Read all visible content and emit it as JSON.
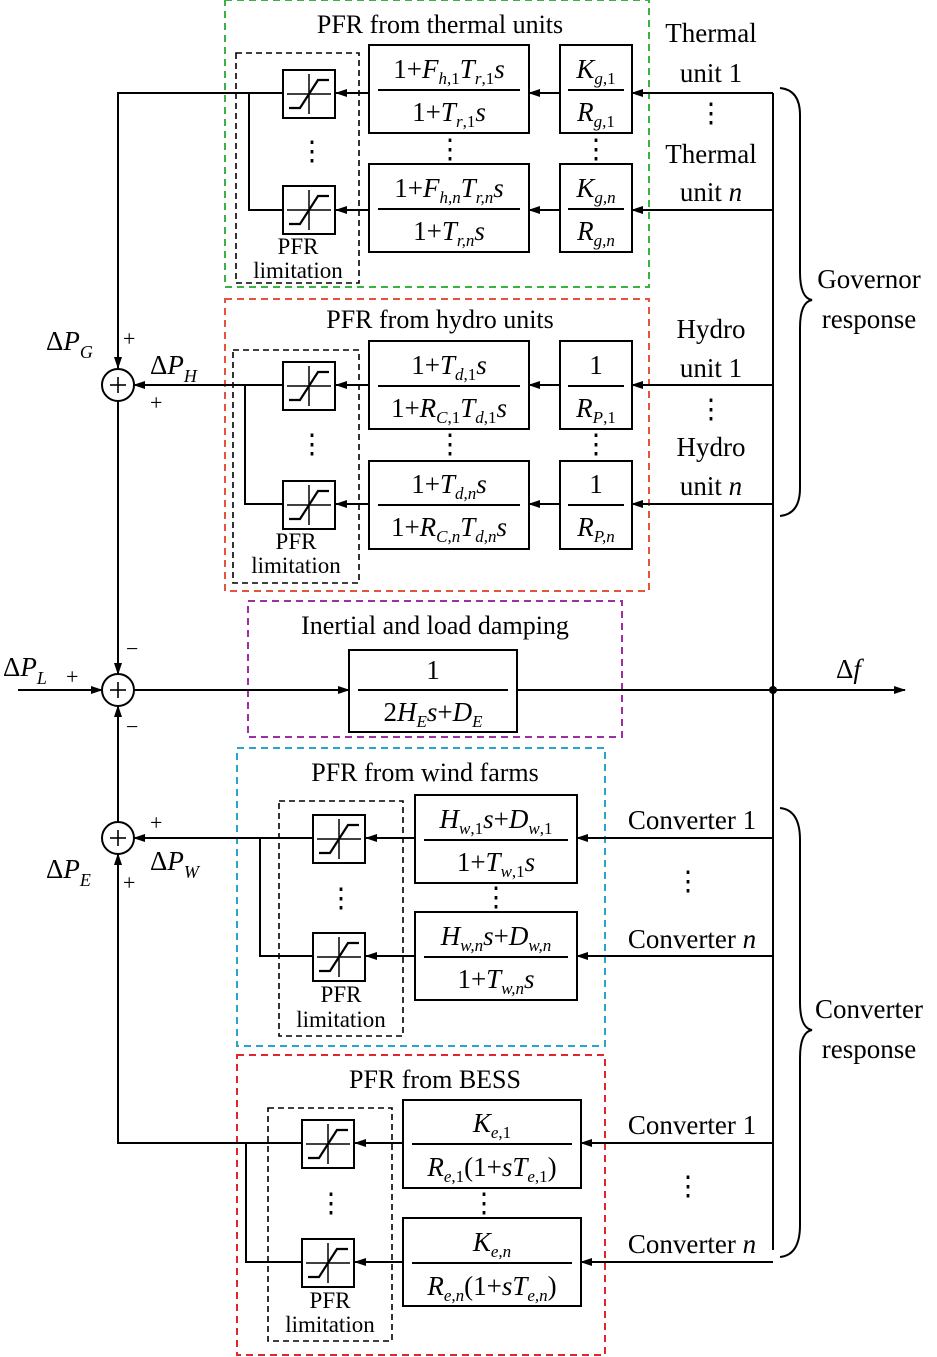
{
  "sections": {
    "thermal": {
      "title": "PFR from thermal units",
      "color": "#3cb043"
    },
    "hydro": {
      "title": "PFR from hydro units",
      "color": "#e5533d"
    },
    "inertia": {
      "title": "Inertial and load damping",
      "color": "#9b2fa3"
    },
    "wind": {
      "title": "PFR from wind farms",
      "color": "#2aa5c9"
    },
    "bess": {
      "title": "PFR from BESS",
      "color": "#e0262c"
    }
  },
  "limitation": {
    "line1": "PFR",
    "line2": "limitation"
  },
  "inputs": {
    "thermal_1": [
      "Thermal",
      "unit 1"
    ],
    "thermal_n": [
      "Thermal",
      "unit"
    ],
    "hydro_1": [
      "Hydro",
      "unit 1"
    ],
    "hydro_n": [
      "Hydro",
      "unit"
    ],
    "converter_1": "Converter 1",
    "converter_n": "Converter",
    "n": "n"
  },
  "braces": {
    "governor": [
      "Governor",
      "response"
    ],
    "converter": [
      "Converter",
      "response"
    ]
  },
  "signals": {
    "delta": "Δ",
    "P": "P",
    "G": "G",
    "H": "H",
    "L": "L",
    "W": "W",
    "E": "E",
    "f": "f",
    "plus": "+",
    "minus": "−",
    "ellipsis": "⋮"
  },
  "blocks": {
    "inertia_num": "1",
    "inertia_den": "2H_E s+D_E"
  }
}
